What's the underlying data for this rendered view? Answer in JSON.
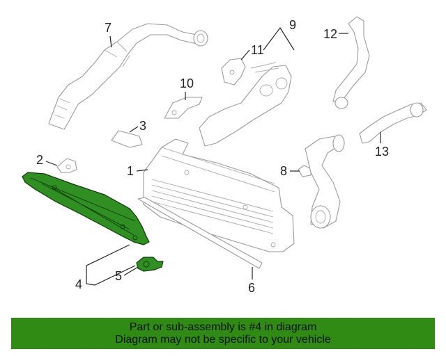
{
  "callouts": {
    "c1": "1",
    "c2": "2",
    "c3": "3",
    "c4": "4",
    "c5": "5",
    "c6": "6",
    "c7": "7",
    "c8": "8",
    "c9": "9",
    "c10": "10",
    "c11": "11",
    "c12": "12",
    "c13": "13"
  },
  "highlight_color": "#2f8f22",
  "banner": {
    "line1": "Part or sub-assembly is #4 in diagram",
    "line2": "Diagram may not be specific to your vehicle",
    "color": "#2f8b14"
  }
}
